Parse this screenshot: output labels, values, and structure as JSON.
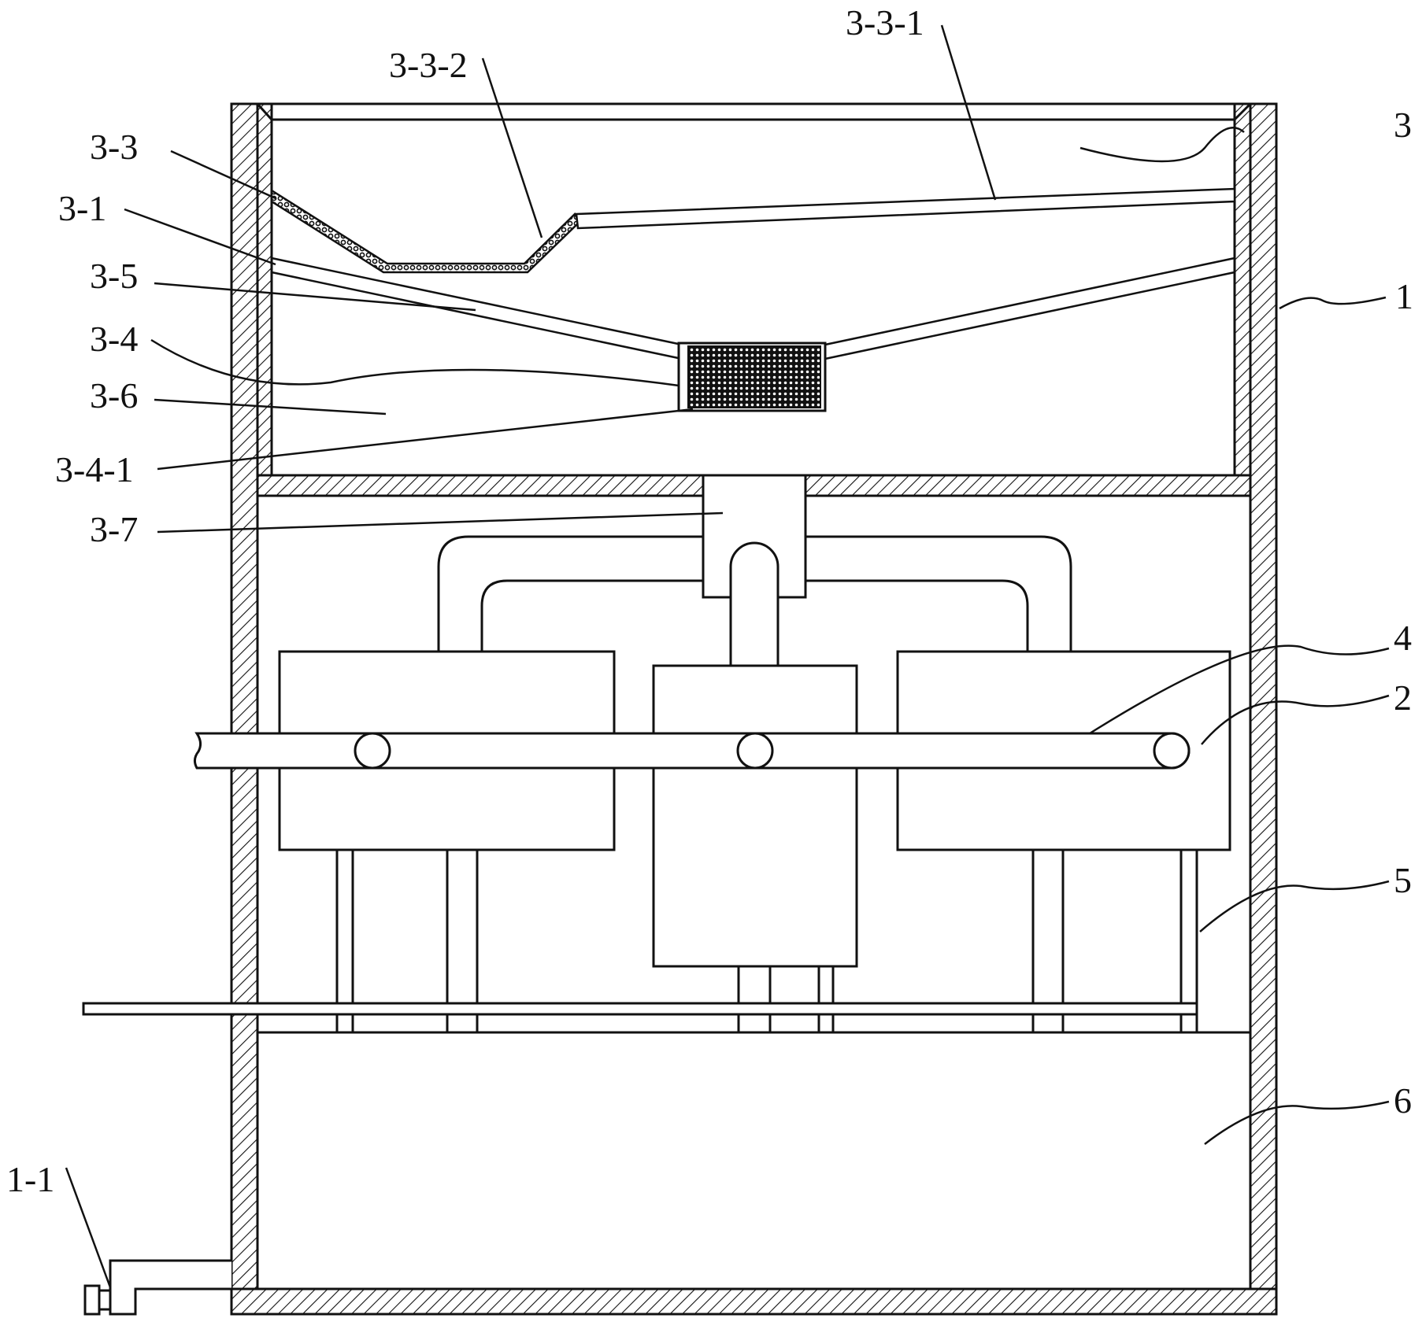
{
  "labels": {
    "l_3_3_1": "3-3-1",
    "l_3_3_2": "3-3-2",
    "l_3": "3",
    "l_3_3": "3-3",
    "l_3_1": "3-1",
    "l_3_5": "3-5",
    "l_1": "1",
    "l_3_4": "3-4",
    "l_3_6": "3-6",
    "l_3_4_1": "3-4-1",
    "l_3_7": "3-7",
    "l_4": "4",
    "l_2": "2",
    "l_5": "5",
    "l_6": "6",
    "l_1_1": "1-1"
  }
}
